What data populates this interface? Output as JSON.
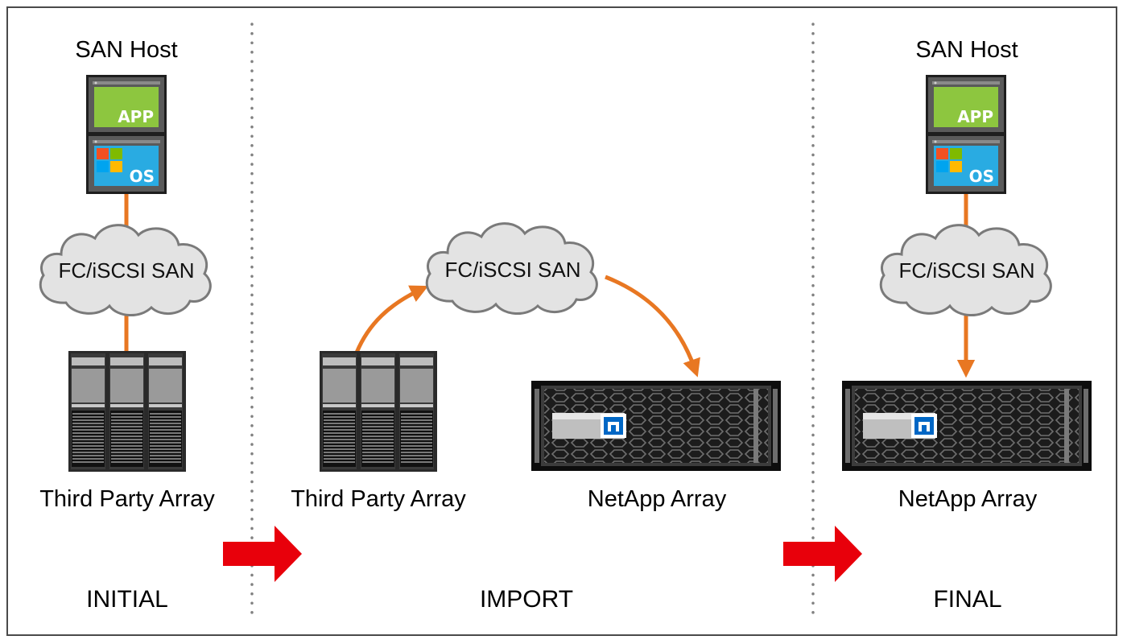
{
  "diagram": {
    "stages": {
      "initial": "INITIAL",
      "import": "IMPORT",
      "final": "FINAL"
    },
    "host_label": "SAN Host",
    "host_app_label": "APP",
    "host_os_label": "OS",
    "san_label": "FC/iSCSI SAN",
    "third_party_label": "Third Party Array",
    "netapp_label": "NetApp Array"
  },
  "colors": {
    "connector": "#e87722",
    "stage_arrow": "#e8000b",
    "cloud_fill": "#e3e3e3",
    "cloud_stroke": "#7a7a7a",
    "app_green": "#8dc63f",
    "os_blue": "#29abe2",
    "netapp_blue": "#0067c5"
  }
}
